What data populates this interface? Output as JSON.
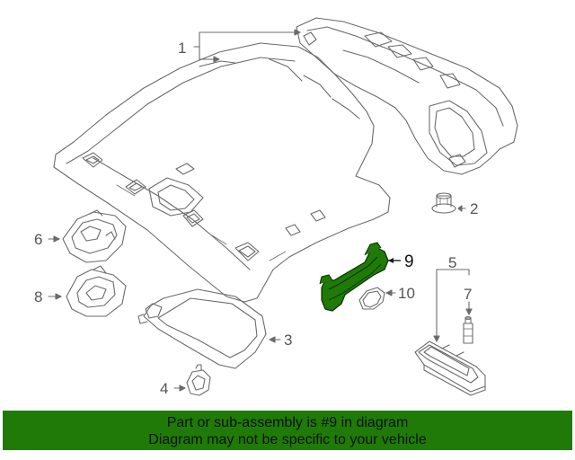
{
  "callouts": {
    "c1": "1",
    "c2": "2",
    "c3": "3",
    "c4": "4",
    "c5": "5",
    "c6": "6",
    "c7": "7",
    "c8": "8",
    "c9": "9",
    "c10": "10"
  },
  "highlight_color": "#1f7a08",
  "banner": {
    "line1": "Part or sub-assembly is #9 in diagram",
    "line2": "Diagram may not be specific to your vehicle"
  }
}
